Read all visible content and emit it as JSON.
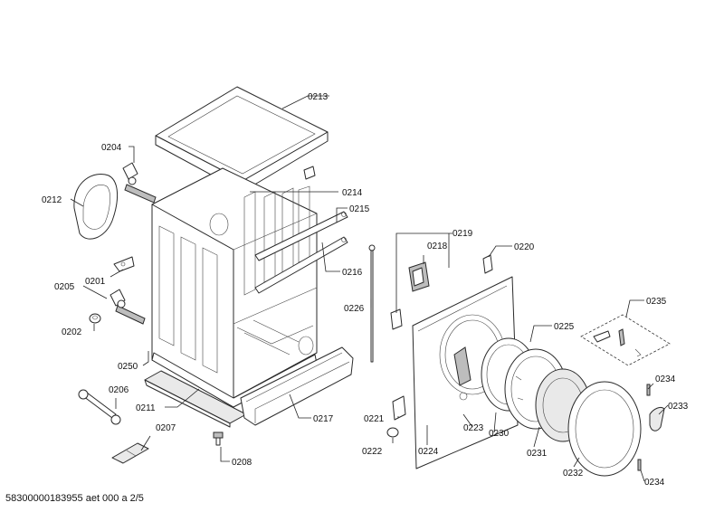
{
  "parts": {
    "p0213": "0213",
    "p0204": "0204",
    "p0212": "0212",
    "p0214": "0214",
    "p0215": "0215",
    "p0201": "0201",
    "p0205": "0205",
    "p0216": "0216",
    "p0202": "0202",
    "p0250": "0250",
    "p0206": "0206",
    "p0211": "0211",
    "p0217": "0217",
    "p0207": "0207",
    "p0208": "0208",
    "p0226": "0226",
    "p0219": "0219",
    "p0218": "0218",
    "p0220": "0220",
    "p0225": "0225",
    "p0221": "0221",
    "p0222": "0222",
    "p0224": "0224",
    "p0223": "0223",
    "p0230": "0230",
    "p0231": "0231",
    "p0232": "0232",
    "p0235": "0235",
    "p0234a": "0234",
    "p0233": "0233",
    "p0234b": "0234"
  },
  "footer": "58300000183955 aet 000 a 2/5"
}
